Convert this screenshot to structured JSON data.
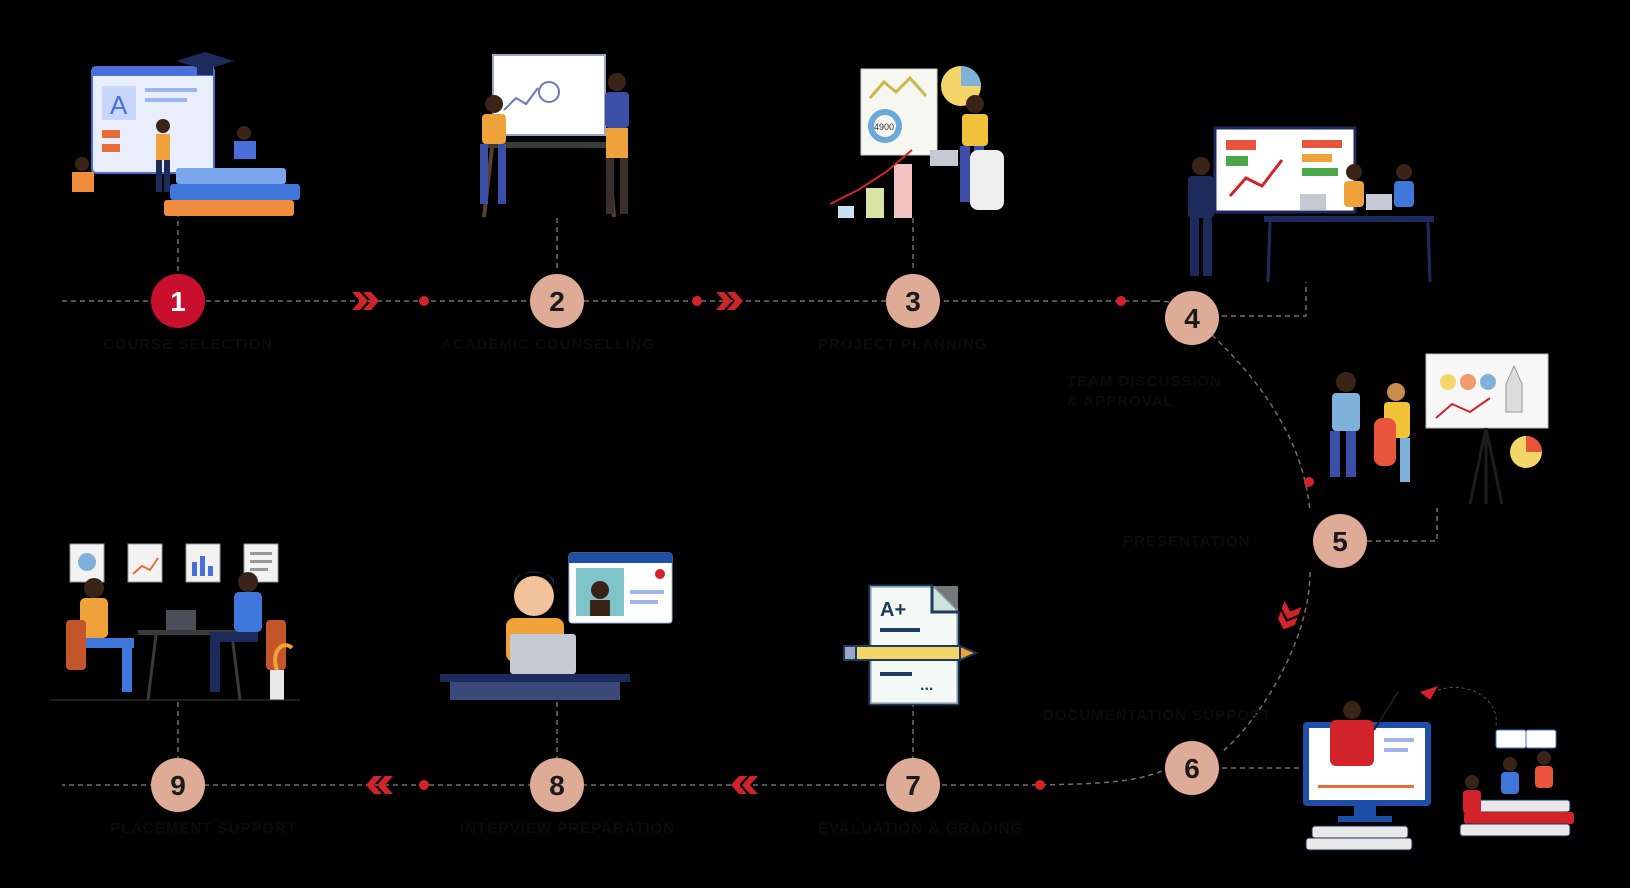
{
  "steps": [
    {
      "number": "1",
      "label": "Course Selection"
    },
    {
      "number": "2",
      "label": "Academic Counselling"
    },
    {
      "number": "3",
      "label": "Project Planning"
    },
    {
      "number": "4",
      "label": "Team Discussion & Approval"
    },
    {
      "number": "5",
      "label": "Presentation"
    },
    {
      "number": "6",
      "label": "Documentation Support"
    },
    {
      "number": "7",
      "label": "Evaluation & Grading"
    },
    {
      "number": "8",
      "label": "Interview Preparation"
    },
    {
      "number": "9",
      "label": "Placement Support"
    }
  ],
  "colors": {
    "background": "#000000",
    "step_fill": "#deab96",
    "step_fill_first": "#c8102e",
    "step_text": "#1a1a1a",
    "connector": "#6f6f6f",
    "accent_arrow": "#d2232a"
  },
  "illustrations": [
    "online-course-illustration",
    "counselling-meeting-illustration",
    "analytics-planning-illustration",
    "team-presentation-illustration",
    "whiteboard-presentation-illustration",
    "e-learning-illustration",
    "graded-document-illustration",
    "online-interview-illustration",
    "job-interview-illustration"
  ]
}
